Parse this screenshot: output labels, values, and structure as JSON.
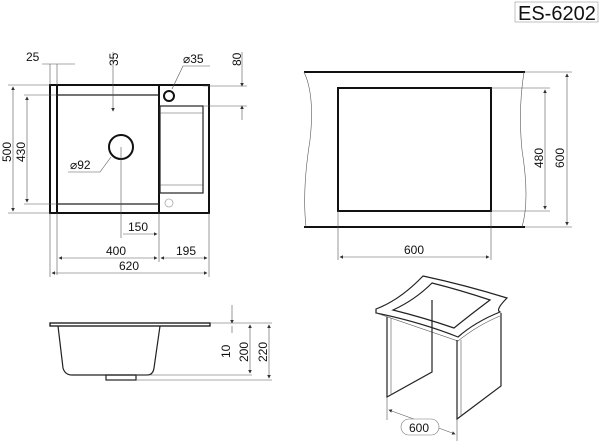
{
  "title": "ES-6202",
  "top_view": {
    "dim_rim_left": "25",
    "dim_rim_top": "35",
    "dim_tap_hole": "⌀35",
    "dim_drainboard_offset": "80",
    "dim_total_depth": "500",
    "dim_bowl_depth": "430",
    "dim_drain_hole": "⌀92",
    "dim_drain_offset": "150",
    "dim_bowl_width": "400",
    "dim_drainboard_width": "195",
    "dim_total_width": "620"
  },
  "side_view": {
    "dim_rim": "10",
    "dim_bowl_height": "200",
    "dim_total_height": "220"
  },
  "cutout_view": {
    "dim_cutout_depth": "480",
    "dim_cabinet_depth": "600",
    "dim_cutout_width": "600"
  },
  "cabinet_view": {
    "dim_cabinet_width": "600"
  }
}
